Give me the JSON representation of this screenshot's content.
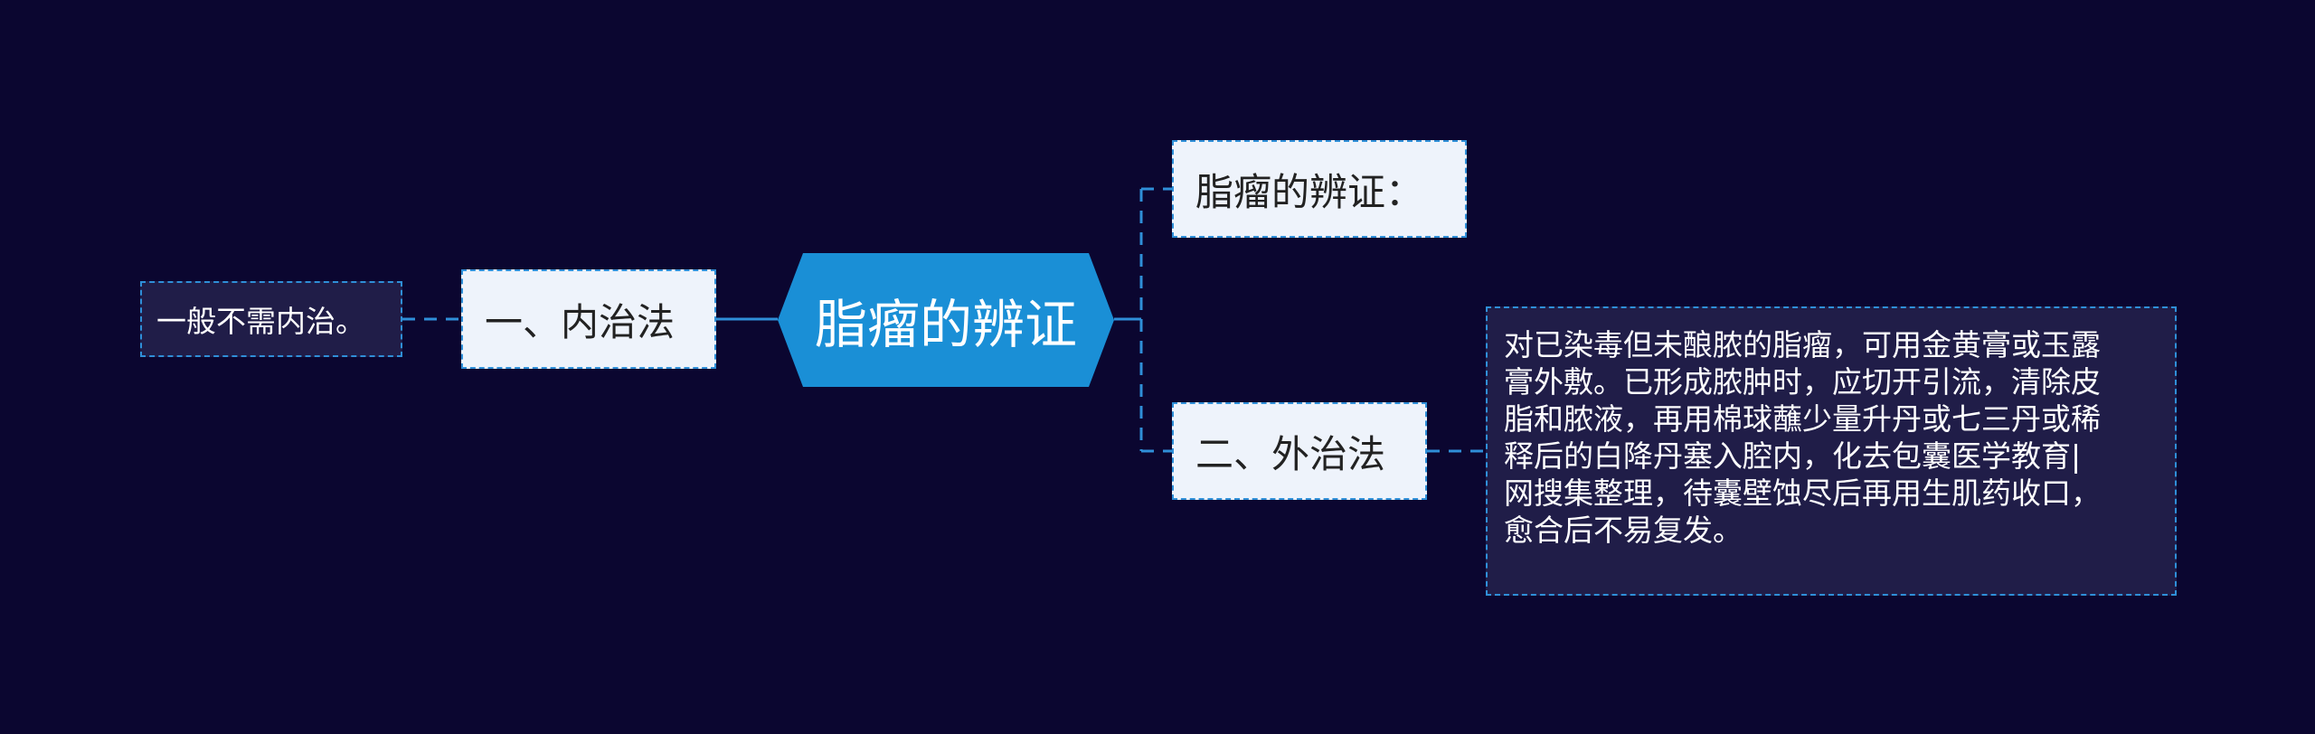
{
  "colors": {
    "background": "#0b0630",
    "root_fill": "#1a8fd6",
    "connector": "#2f8fd8",
    "light_node_fill": "#eef3fb",
    "dark_node_fill": "#201d48"
  },
  "root": {
    "label": "脂瘤的辨证"
  },
  "branches": {
    "title": {
      "label": "脂瘤的辨证："
    },
    "inner": {
      "label": "一、内治法",
      "child": "一般不需内治。"
    },
    "outer": {
      "label": "二、外治法",
      "child_lines": [
        "对已染毒但未酿脓的脂瘤，可用金黄膏或玉露",
        "膏外敷。已形成脓肿时，应切开引流，清除皮",
        "脂和脓液，再用棉球蘸少量升丹或七三丹或稀",
        "释后的白降丹塞入腔内，化去包囊医学教育|",
        "网搜集整理，待囊壁蚀尽后再用生肌药收口，",
        "愈合后不易复发。"
      ]
    }
  }
}
